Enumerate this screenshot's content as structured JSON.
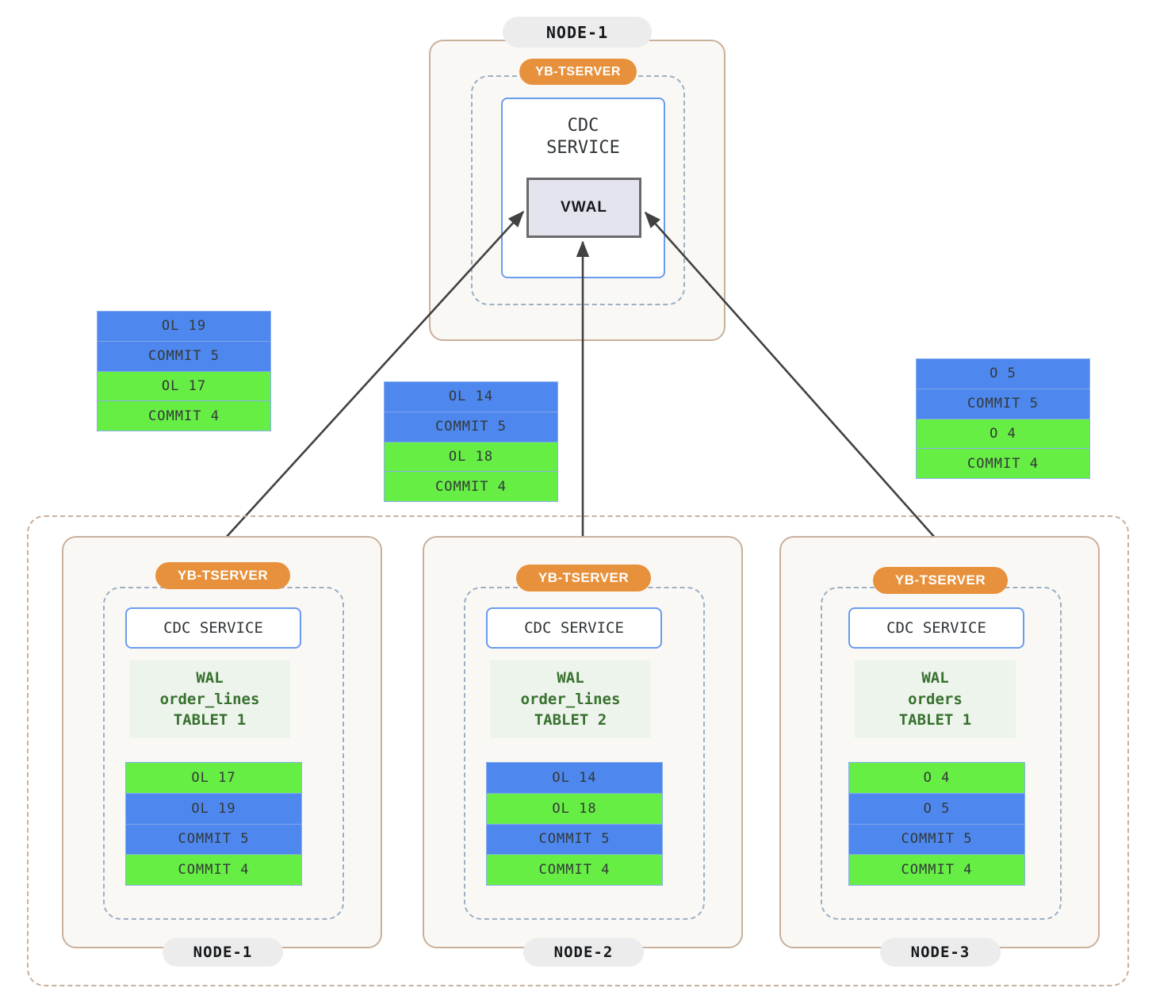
{
  "top_node": {
    "node_label": "NODE-1",
    "tserver_label": "YB-TSERVER",
    "cdc_label": "CDC\nSERVICE",
    "vwal_label": "VWAL"
  },
  "floating_stacks": [
    {
      "name": "left-record-stack",
      "records": [
        {
          "label": "OL 19",
          "color": "blue"
        },
        {
          "label": "COMMIT 5",
          "color": "blue"
        },
        {
          "label": "OL 17",
          "color": "green"
        },
        {
          "label": "COMMIT 4",
          "color": "green"
        }
      ]
    },
    {
      "name": "middle-record-stack",
      "records": [
        {
          "label": "OL 14",
          "color": "blue"
        },
        {
          "label": "COMMIT 5",
          "color": "blue"
        },
        {
          "label": "OL 18",
          "color": "green"
        },
        {
          "label": "COMMIT 4",
          "color": "green"
        }
      ]
    },
    {
      "name": "right-record-stack",
      "records": [
        {
          "label": "O 5",
          "color": "blue"
        },
        {
          "label": "COMMIT 5",
          "color": "blue"
        },
        {
          "label": "O 4",
          "color": "green"
        },
        {
          "label": "COMMIT 4",
          "color": "green"
        }
      ]
    }
  ],
  "bottom_nodes": [
    {
      "node_label": "NODE-1",
      "tserver_label": "YB-TSERVER",
      "cdc_label": "CDC SERVICE",
      "wal_title": "WAL",
      "wal_table": "order_lines",
      "wal_tablet": "TABLET 1",
      "records": [
        {
          "label": "OL 17",
          "color": "green"
        },
        {
          "label": "OL 19",
          "color": "blue"
        },
        {
          "label": "COMMIT 5",
          "color": "blue"
        },
        {
          "label": "COMMIT 4",
          "color": "green"
        }
      ]
    },
    {
      "node_label": "NODE-2",
      "tserver_label": "YB-TSERVER",
      "cdc_label": "CDC SERVICE",
      "wal_title": "WAL",
      "wal_table": "order_lines",
      "wal_tablet": "TABLET 2",
      "records": [
        {
          "label": "OL 14",
          "color": "blue"
        },
        {
          "label": "OL 18",
          "color": "green"
        },
        {
          "label": "COMMIT 5",
          "color": "blue"
        },
        {
          "label": "COMMIT 4",
          "color": "green"
        }
      ]
    },
    {
      "node_label": "NODE-3",
      "tserver_label": "YB-TSERVER",
      "cdc_label": "CDC SERVICE",
      "wal_title": "WAL",
      "wal_table": "orders",
      "wal_tablet": "TABLET 1",
      "records": [
        {
          "label": "O 4",
          "color": "green"
        },
        {
          "label": "O 5",
          "color": "blue"
        },
        {
          "label": "COMMIT 5",
          "color": "blue"
        },
        {
          "label": "COMMIT 4",
          "color": "green"
        }
      ]
    }
  ],
  "colors": {
    "record_blue": "#4E88EE",
    "record_green": "#66EE44",
    "tserver_orange": "#E8913C",
    "node_card_border": "#C9B09B",
    "node_card_bg": "#FAF8F5",
    "cdc_border": "#6A9BEE",
    "wal_text": "#37702F",
    "wal_bg": "#EDF4EB",
    "vwal_bg": "#E4E4EF",
    "vwal_border": "#6A6A6A",
    "arrow": "#414141",
    "dash_border": "#9BB0C4"
  }
}
